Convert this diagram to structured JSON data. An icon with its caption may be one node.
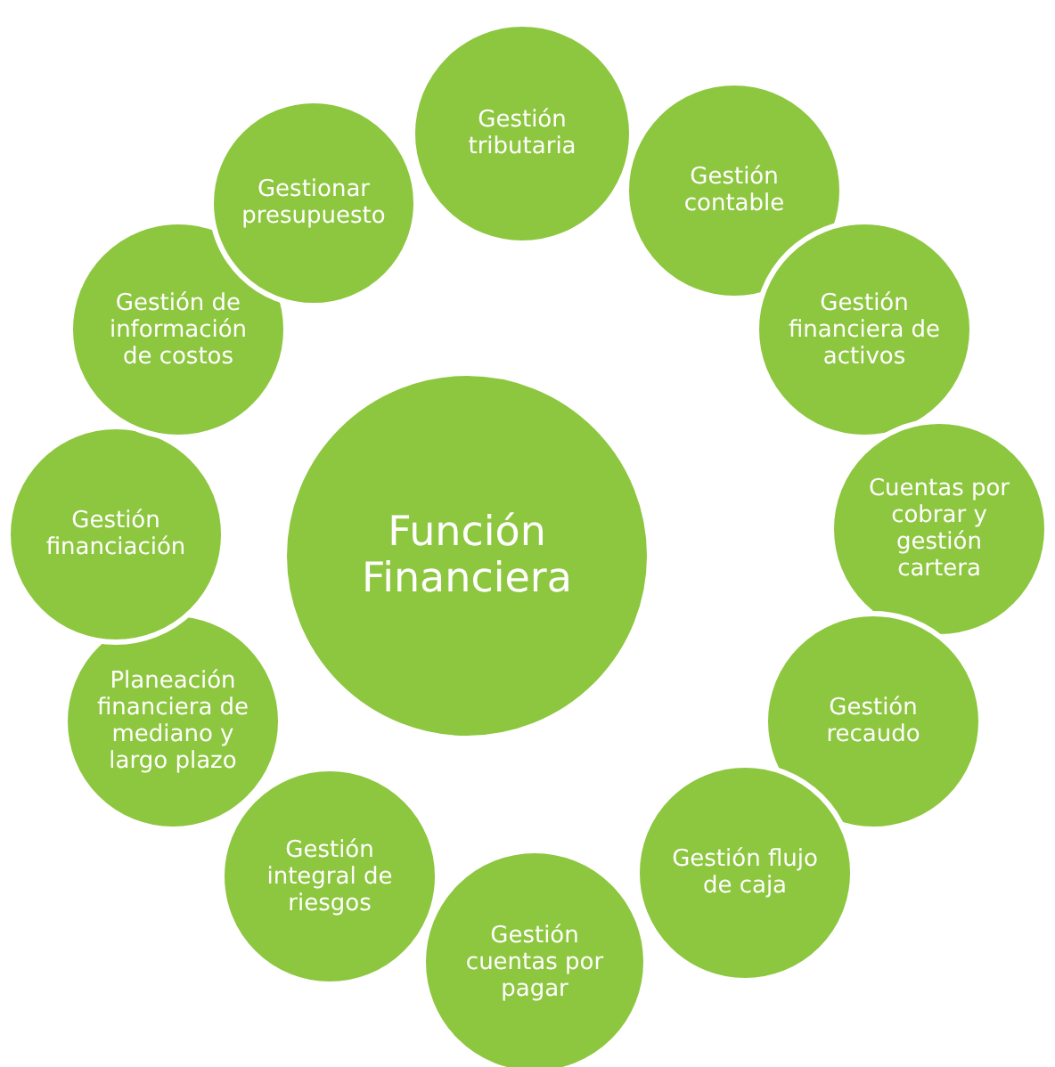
{
  "diagram": {
    "nodes": [
      {
        "text": [
          "Función Financiera"
        ]
      },
      {
        "text": [
          "Gestión tributaria"
        ]
      },
      {
        "text": [
          "Gestión contable"
        ]
      },
      {
        "text": [
          "Gestión financiera de activos"
        ]
      },
      {
        "text": [
          "Cuentas por cobrar y gestión cartera"
        ]
      },
      {
        "text": [
          "Gestión recaudo"
        ]
      },
      {
        "text": [
          "Gestión flujo de caja"
        ]
      },
      {
        "text": [
          "Gestión cuentas por pagar"
        ]
      },
      {
        "text": [
          "Gestión integral de riesgos"
        ]
      },
      {
        "text": [
          "Planeación financiera de mediano y largo plazo"
        ]
      },
      {
        "text": [
          "Gestión financiación"
        ]
      },
      {
        "text": [
          "Gestión de información de costos"
        ]
      },
      {
        "text": [
          "Gestionar presupuesto"
        ]
      }
    ]
  }
}
